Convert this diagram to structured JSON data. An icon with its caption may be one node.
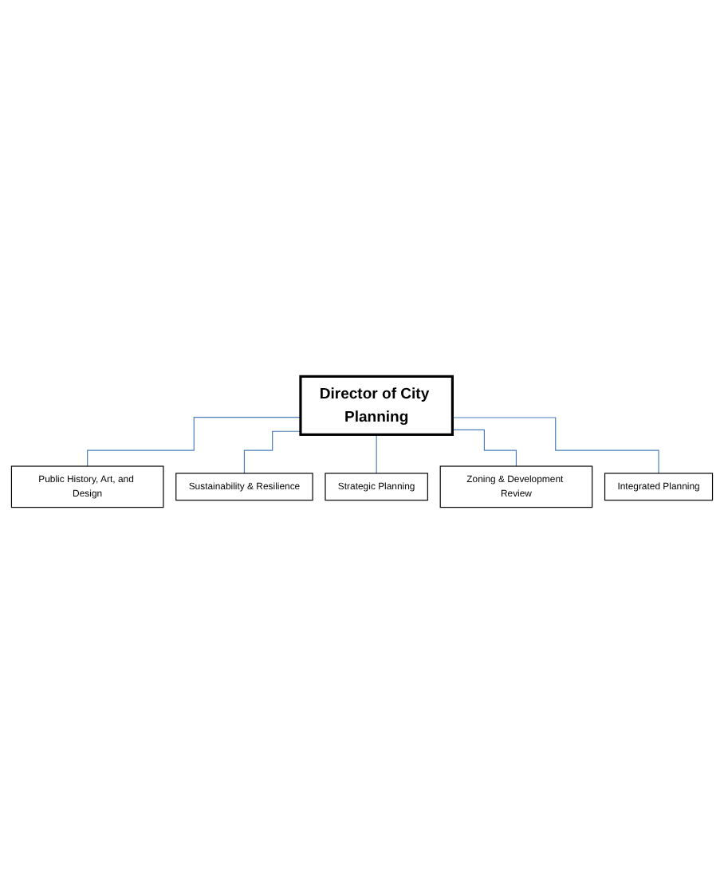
{
  "diagram": {
    "nodes": [
      {
        "text": [
          "Director of City Planning"
        ]
      },
      {
        "text": [
          "Public History, Art, and Design"
        ]
      },
      {
        "text": [
          "Sustainability & Resilience"
        ]
      },
      {
        "text": [
          "Strategic Planning"
        ]
      },
      {
        "text": [
          "Zoning & Development Review"
        ]
      },
      {
        "text": [
          "Integrated Planning"
        ]
      }
    ],
    "edges": [
      {
        "from": 0,
        "to": 1,
        "arrow": "none"
      },
      {
        "from": 0,
        "to": 2,
        "arrow": "none"
      },
      {
        "from": 0,
        "to": 3,
        "arrow": "none"
      },
      {
        "from": 0,
        "to": 4,
        "arrow": "none"
      },
      {
        "from": 0,
        "to": 5,
        "arrow": "none"
      }
    ]
  }
}
